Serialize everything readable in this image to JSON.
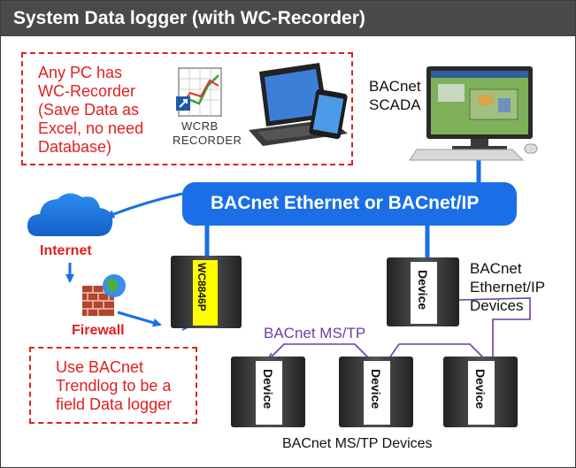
{
  "title": "System Data logger (with WC-Recorder)",
  "recorder_note": [
    "Any PC has",
    "WC-Recorder",
    "(Save Data as",
    "Excel, no need",
    "Database)"
  ],
  "recorder_icon_label": [
    "WCRB",
    "RECORDER"
  ],
  "scada_label": [
    "BACnet",
    "SCADA"
  ],
  "bus_label": "BACnet Ethernet or BACnet/IP",
  "internet_label": "Internet",
  "firewall_label": "Firewall",
  "logger_device_label": "WC8846P",
  "device_label": "Device",
  "ethernet_devices_label": [
    "BACnet",
    "Ethernet/IP",
    "Devices"
  ],
  "mstp_label": "BACnet MS/TP",
  "mstp_devices_label": "BACnet MS/TP Devices",
  "trendlog_note": [
    "Use BACnet",
    "Trendlog to be a",
    "field Data logger"
  ],
  "colors": {
    "bus": "#1a6fe6",
    "red_note": "#e02020",
    "mstp_line": "#6a3fa0",
    "title_bg": "#4a4a4a",
    "logger_yellow": "#ffff00"
  }
}
